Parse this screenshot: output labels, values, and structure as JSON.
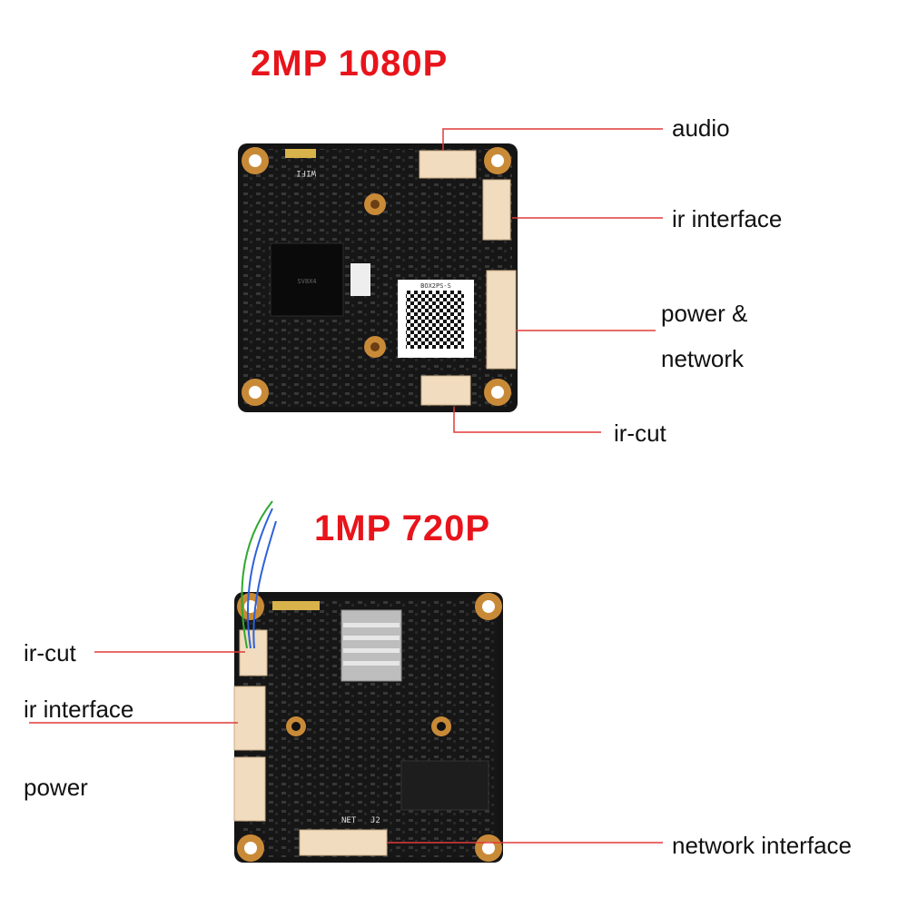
{
  "top_board": {
    "title": "2MP 1080P",
    "labels": {
      "audio": "audio",
      "ir_interface": "ir interface",
      "power_network_line1": "power &",
      "power_network_line2": "network",
      "ir_cut": "ir-cut"
    },
    "silkscreen": {
      "wifi": "WIFI",
      "chip_text": "SV8X4",
      "qr_caption": "BOX2PS-S"
    }
  },
  "bottom_board": {
    "title": "1MP 720P",
    "labels": {
      "ir_cut": "ir-cut",
      "ir_interface": "ir interface",
      "power": "power",
      "network_interface": "network interface"
    },
    "silkscreen": {
      "net": "NET",
      "j2": "J2"
    }
  },
  "colors": {
    "title_red": "#e8141b",
    "leader_red": "#e23a3a",
    "pcb": "#141414",
    "connector": "#f1dcbf",
    "mount_ring": "#c98a38"
  }
}
